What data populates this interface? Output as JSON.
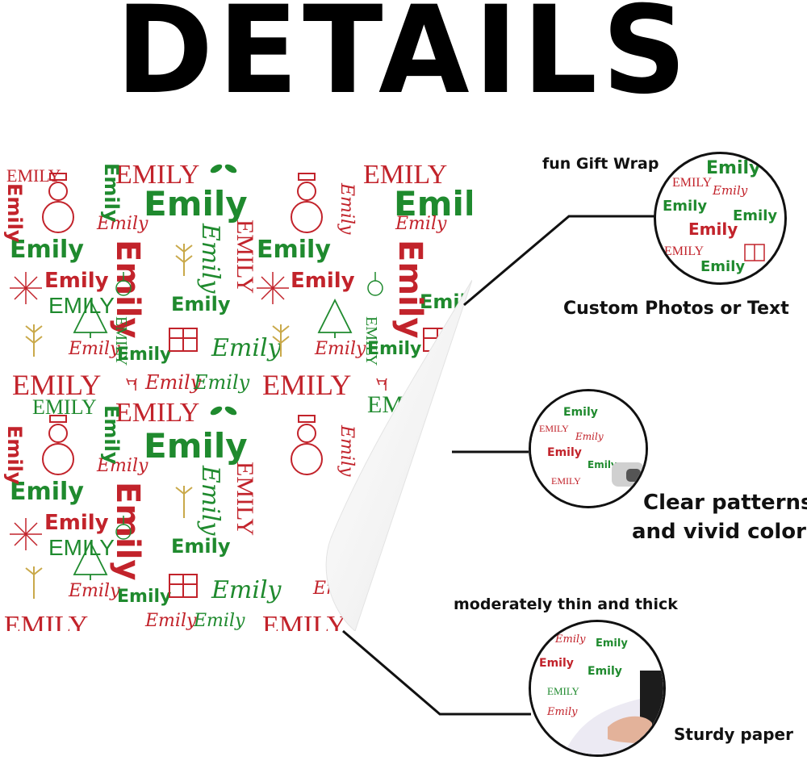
{
  "header": {
    "title": "DETAILS"
  },
  "features": [
    {
      "label": "fun Gift Wrap"
    },
    {
      "label": "Custom Photos or Text"
    },
    {
      "label_line1": "Clear patterns",
      "label_line2": "and vivid colors"
    },
    {
      "label": "moderately thin and thick"
    },
    {
      "label": "Sturdy paper"
    }
  ],
  "pattern": {
    "name_caps": "EMILY",
    "name_title": "Emily",
    "colors": {
      "red": "#c2232b",
      "green": "#1f8a2e",
      "gold": "#c9a94a"
    },
    "icons": [
      "snowman-icon",
      "snowflake-icon",
      "christmas-tree-icon",
      "gift-box-icon",
      "ornament-icon",
      "holly-leaf-icon",
      "reindeer-icon",
      "wheat-branch-icon"
    ]
  }
}
